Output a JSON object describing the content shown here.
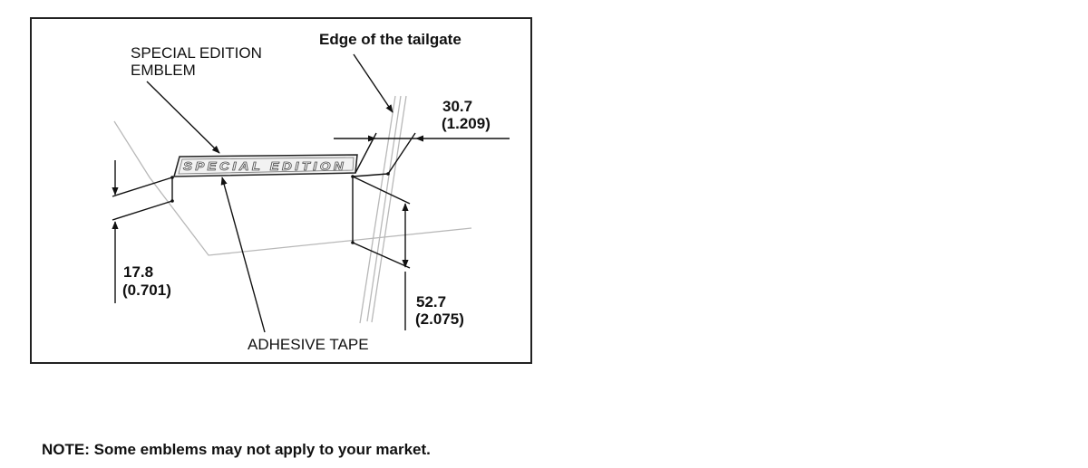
{
  "diagram": {
    "callouts": {
      "emblem_line1": "SPECIAL EDITION",
      "emblem_line2": "EMBLEM",
      "tailgate_edge": "Edge of the tailgate",
      "adhesive_tape": "ADHESIVE TAPE"
    },
    "emblem_lettering": "SPECIAL EDITION",
    "dimensions": {
      "horizontal_offset": {
        "mm": "30.7",
        "in": "(1.209)"
      },
      "left_height": {
        "mm": "17.8",
        "in": "(0.701)"
      },
      "right_height": {
        "mm": "52.7",
        "in": "(2.075)"
      }
    }
  },
  "note": "NOTE: Some emblems may not apply to your market."
}
